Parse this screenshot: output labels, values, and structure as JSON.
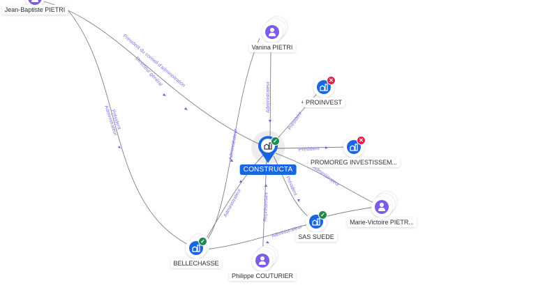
{
  "graph": {
    "center": {
      "name": "CONSTRUCTA",
      "type": "company",
      "status": "active"
    },
    "nodes": [
      {
        "id": "jb",
        "name": "Jean-Baptiste PIETRI",
        "type": "person"
      },
      {
        "id": "vanina",
        "name": "Vanina PIETRI",
        "type": "person"
      },
      {
        "id": "proinvest",
        "name": "PROINVEST",
        "type": "company",
        "status": "closed"
      },
      {
        "id": "promoreg",
        "name": "PROMOREG INVESTISSEM...",
        "type": "company",
        "status": "closed"
      },
      {
        "id": "mv",
        "name": "Marie-Victoire PIETR...",
        "type": "person"
      },
      {
        "id": "sas",
        "name": "SAS SUEDE",
        "type": "company",
        "status": "active"
      },
      {
        "id": "philippe",
        "name": "Philippe COUTURIER",
        "type": "person"
      },
      {
        "id": "belle",
        "name": "BELLECHASSE",
        "type": "company",
        "status": "active"
      }
    ],
    "edge_labels": {
      "jb_constructa_1": "Président du conseil d'administration",
      "jb_constructa_2": "Directeur général",
      "jb_belle_1": "Président",
      "jb_belle_2": "Administrateur",
      "vanina_constructa": "Administrateur",
      "vanina_belle": "Administrateur",
      "constructa_proinvest": "Président",
      "constructa_promoreg": "Président",
      "constructa_mv": "Administrateur",
      "constructa_sas": "Président",
      "belle_constructa": "Administrateur",
      "philippe_constructa": "Représentant",
      "belle_sas": "Administrateur"
    }
  },
  "icons": {
    "person": "person-icon",
    "company": "building-icon",
    "active": "check-icon",
    "closed": "close-icon"
  },
  "colors": {
    "person": "#7c5ce6",
    "company": "#1a66e0",
    "active": "#1f8a4c",
    "closed": "#d8234a",
    "edge_label": "#7a6fe0"
  },
  "badges": {
    "ok": "✓",
    "ko": "✕"
  }
}
